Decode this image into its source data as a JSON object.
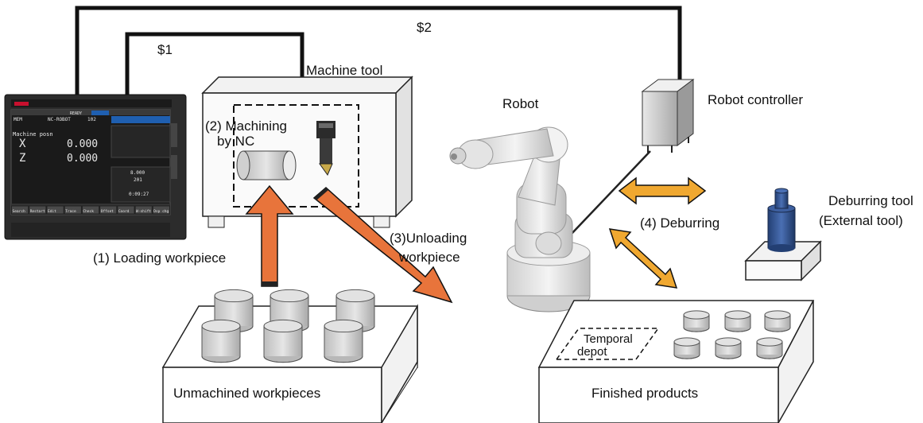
{
  "labels": {
    "wire_1": "$1",
    "wire_2": "$2",
    "machine_tool": "Machine tool",
    "robot": "Robot",
    "robot_controller": "Robot controller",
    "step2_line1": "(2) Machining",
    "step2_line2": "by NC",
    "step1": "(1) Loading workpiece",
    "step3_line1": "(3)Unloading",
    "step3_line2": "workpiece",
    "step4": "(4) Deburring",
    "deburring_tool_line1": "Deburring tool",
    "deburring_tool_line2": "(External tool)",
    "unmachined": "Unmachined workpieces",
    "finished": "Finished products",
    "depot_line1": "Temporal",
    "depot_line2": "depot"
  },
  "cnc_screen": {
    "status": "READY",
    "program": "NC-ROBOT",
    "program_no": "102",
    "mode_top": "MEM",
    "title": "Machine posn",
    "axis_x": "X",
    "axis_z": "Z",
    "value_x": "0.000",
    "value_z": "0.000",
    "feed": "8.000",
    "spindle": "201",
    "time": "0:09:27",
    "softkeys": [
      "Search",
      "Restart",
      "Edit",
      "Trace",
      "Check",
      "Offset",
      "Coord",
      "W-shift",
      "Dsp chg"
    ]
  },
  "colors": {
    "arrow_orange": "#e8743b",
    "arrow_yellow": "#f0a830",
    "deburr_tool_blue": "#2f5597",
    "screen_blue": "#1f5fb0"
  }
}
